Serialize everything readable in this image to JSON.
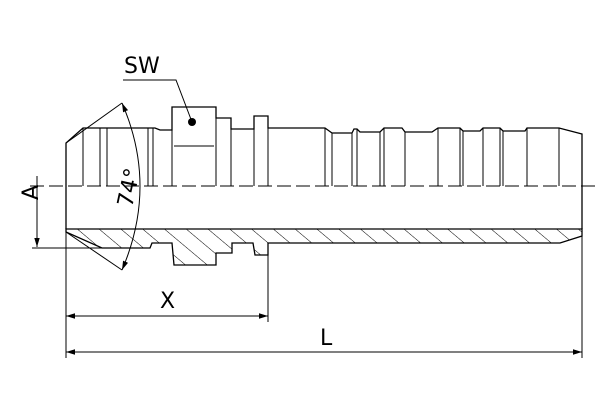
{
  "drawing": {
    "labels": {
      "wrench_size": "SW",
      "angle": "74°",
      "dim_a": "A",
      "dim_x": "X",
      "dim_l": "L"
    },
    "colors": {
      "line": "#000000",
      "background": "#ffffff"
    }
  }
}
